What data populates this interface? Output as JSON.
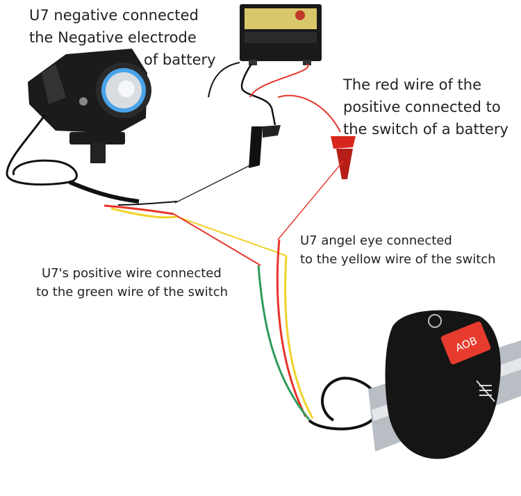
{
  "annotations": {
    "u7_negative": {
      "line1": "U7 negative connected",
      "line2": "the Negative electrode",
      "line3": "of battery"
    },
    "red_wire": {
      "line1": "The red wire of the",
      "line2": "positive connected to",
      "line3": "the switch of a battery"
    },
    "angel_eye": {
      "line1": "U7 angel eye connected",
      "line2": "to the yellow wire of the switch"
    },
    "positive_green": {
      "line1": "U7's positive wire connected",
      "line2": "to the green wire of the switch"
    }
  },
  "switch": {
    "button_text": "AOB"
  },
  "colors": {
    "red_wire": "#e8332a",
    "yellow_wire": "#f2d22a",
    "green_wire": "#2e9b5b",
    "black_wire": "#111111",
    "switch_button": "#e63b2e"
  }
}
